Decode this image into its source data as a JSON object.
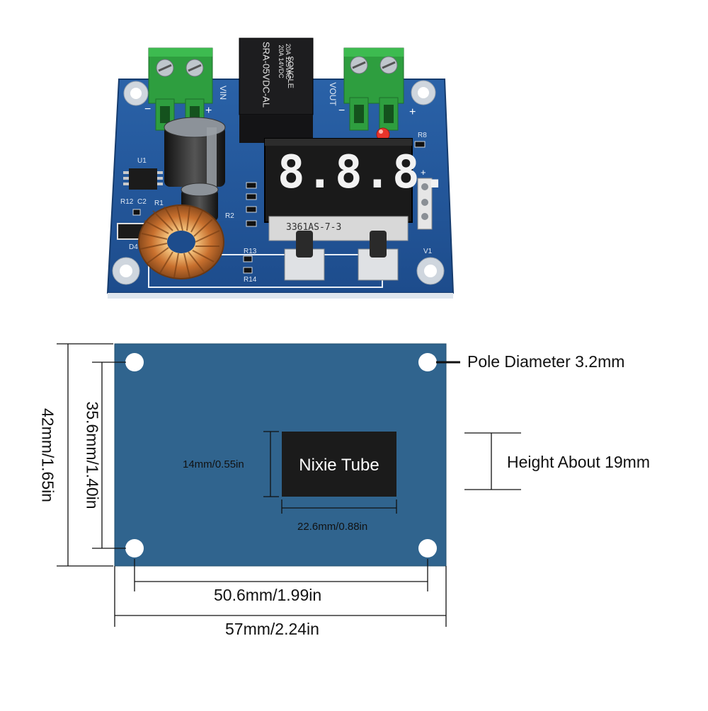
{
  "photo": {
    "relay_model": "SRA-05VDC-AL",
    "relay_brand": "SONGLE",
    "relay_rating_1": "20A 14VDC",
    "relay_rating_2": "20A 125VAC",
    "display_part": "3361AS-7-3",
    "display_digits": "8.8.8.",
    "silk_vin": "VIN",
    "silk_vout": "VOUT",
    "silk_u1": "U1",
    "silk_r12": "R12",
    "silk_c2": "C2",
    "silk_r1": "R1",
    "silk_r2": "R2",
    "silk_r13": "R13",
    "silk_r14": "R14",
    "silk_r8": "R8",
    "silk_v1": "V1",
    "silk_d4": "D4",
    "silk_plus_left": "+",
    "silk_minus_left": "−",
    "silk_plus_right": "+",
    "silk_minus_right": "−",
    "silk_plus_header": "+"
  },
  "diagram": {
    "pole_diameter": "Pole Diameter 3.2mm",
    "height": "Height About 19mm",
    "display_label": "Nixie Tube",
    "display_height": "14mm/0.55in",
    "display_width": "22.6mm/0.88in",
    "hole_spacing_width": "50.6mm/1.99in",
    "board_width": "57mm/2.24in",
    "hole_spacing_height": "35.6mm/1.40in",
    "board_height": "42mm/1.65in"
  },
  "colors": {
    "pcb_blue": "#1f4f8f",
    "board_diagram_blue": "#30648e",
    "terminal_green": "#2e9e3f",
    "led_red": "#e8342b",
    "display_segment": "#f2f2f2",
    "coil_copper": "#c8702e"
  }
}
